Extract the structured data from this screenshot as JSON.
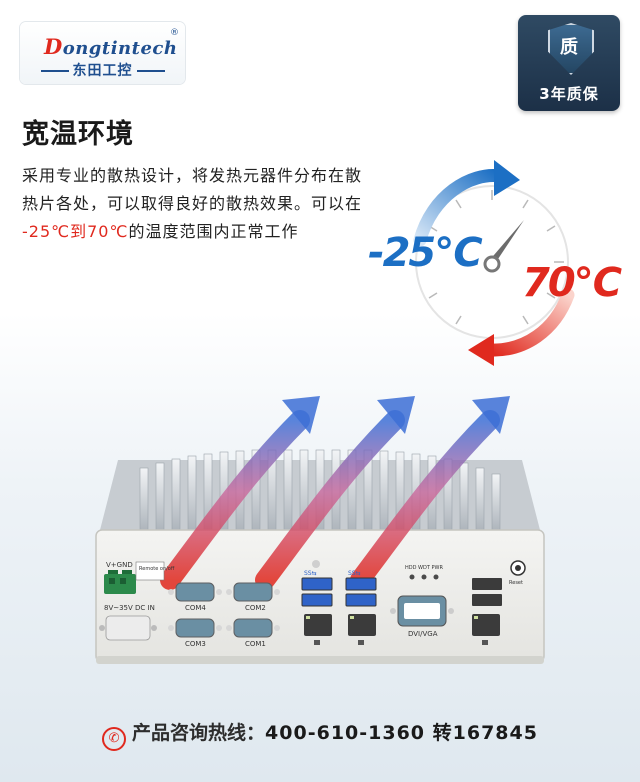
{
  "logo": {
    "first_letter": "D",
    "rest": "ongtintech",
    "registered": "®",
    "chinese": "东田工控"
  },
  "badge": {
    "icon_char": "质",
    "text": "3年质保"
  },
  "heading": "宽温环境",
  "description": {
    "line1": "采用专业的散热设计，将发热元器件分布在散",
    "line2": "热片各处，可以取得良好的散热效果。可以在",
    "range": "-25℃到70℃",
    "line3_rest": "的温度范围内正常工作"
  },
  "temperature": {
    "low": "-25℃",
    "high": "70℃"
  },
  "device_labels": {
    "power": "V+GND",
    "remote": "Remote on/off",
    "dc_in": "8V~35V DC IN",
    "com4": "COM4",
    "com2": "COM2",
    "com3": "COM3",
    "com1": "COM1",
    "leds": "HDD WDT PWR",
    "dvi_vga": "DVI/VGA",
    "reset": "Reset",
    "usb3a": "SS⇆",
    "usb3b": "SS⇆"
  },
  "hotline": {
    "label": "产品咨询热线：",
    "number": "400-610-1360 转167845"
  },
  "colors": {
    "brand_blue": "#1f4f8f",
    "accent_red": "#e0291e",
    "cold_blue": "#1c6fc4"
  }
}
